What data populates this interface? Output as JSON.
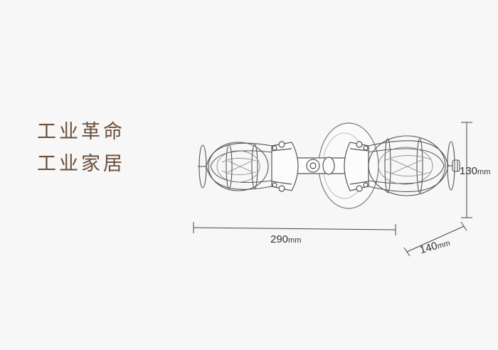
{
  "tagline": {
    "line1": "工业革命",
    "line2": "工业家居"
  },
  "dimensions": {
    "width": {
      "value": "290",
      "unit": "mm"
    },
    "height": {
      "value": "130",
      "unit": "mm"
    },
    "depth": {
      "value": "140",
      "unit": "mm"
    }
  },
  "colors": {
    "background": "#f7f7f7",
    "tagline": "#6b4e3c",
    "sketch": "#555555"
  }
}
